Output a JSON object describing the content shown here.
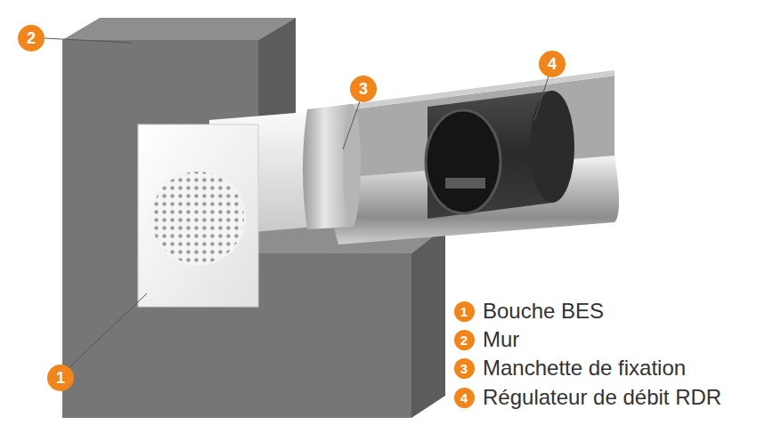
{
  "diagram": {
    "labels": [
      "2",
      "3",
      "4",
      "1",
      "1",
      "Bouche BES",
      "2",
      "Mur",
      "3",
      "Manchette de fixation",
      "4",
      "Régulateur de débit RDR"
    ]
  }
}
